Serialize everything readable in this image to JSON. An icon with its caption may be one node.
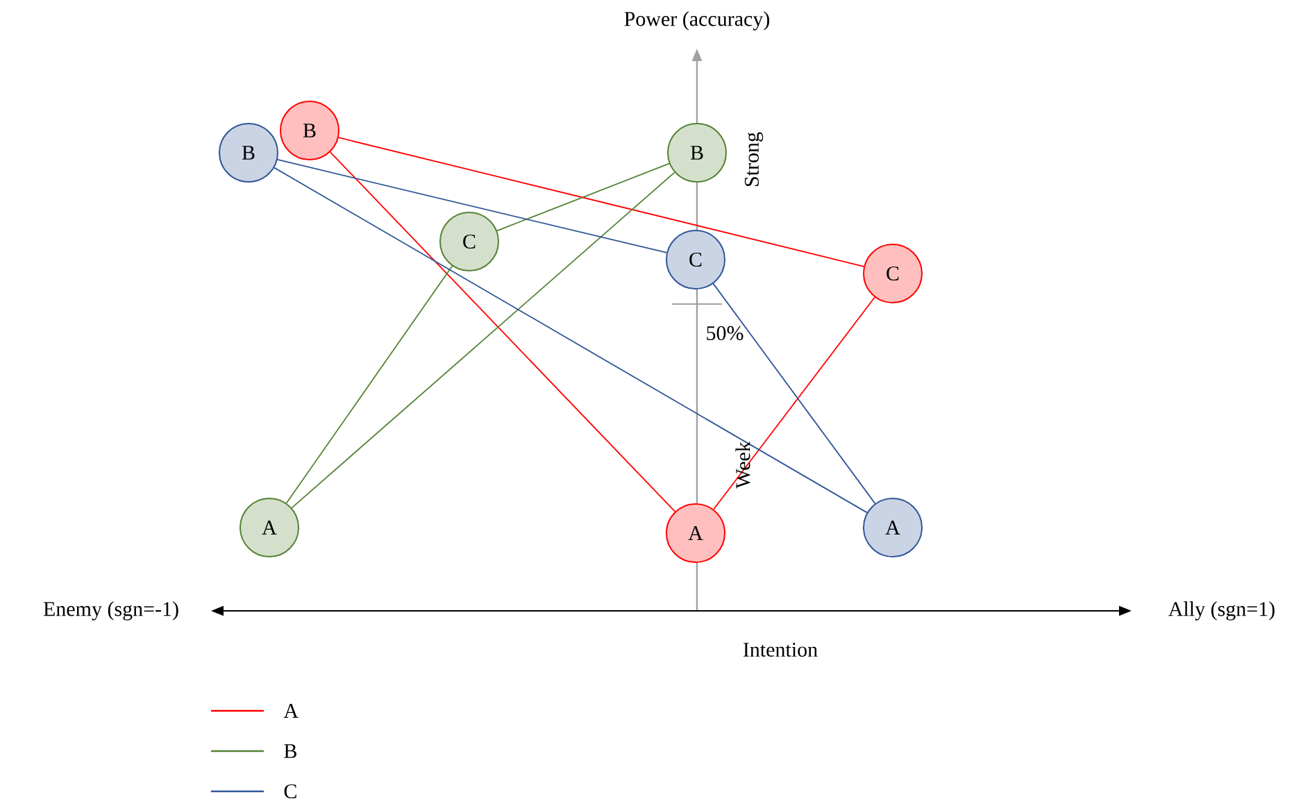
{
  "diagram": {
    "nodes": [
      {
        "text": [
          "B"
        ]
      },
      {
        "text": [
          "B"
        ]
      },
      {
        "text": [
          "B"
        ]
      },
      {
        "text": [
          "C"
        ]
      },
      {
        "text": [
          "C"
        ]
      },
      {
        "text": [
          "C"
        ]
      },
      {
        "text": [
          "A"
        ]
      },
      {
        "text": [
          "A"
        ]
      },
      {
        "text": [
          "A"
        ]
      }
    ],
    "edges": [
      {
        "from": 1,
        "to": 7,
        "arrow": "none",
        "color": "#ff0000"
      },
      {
        "from": 1,
        "to": 5,
        "arrow": "none",
        "color": "#ff0000"
      },
      {
        "from": 7,
        "to": 5,
        "arrow": "none",
        "color": "#ff0000"
      },
      {
        "from": 6,
        "to": 3,
        "arrow": "none",
        "color": "#548235"
      },
      {
        "from": 3,
        "to": 2,
        "arrow": "none",
        "color": "#548235"
      },
      {
        "from": 6,
        "to": 2,
        "arrow": "none",
        "color": "#548235"
      },
      {
        "from": 0,
        "to": 4,
        "arrow": "none",
        "color": "#2f5597"
      },
      {
        "from": 0,
        "to": 8,
        "arrow": "none",
        "color": "#2f5597"
      },
      {
        "from": 4,
        "to": 8,
        "arrow": "none",
        "color": "#2f5597"
      }
    ],
    "labels": [
      "Power (accuracy)",
      "Strong",
      "50%",
      "Week",
      "Enemy (sgn=-1)",
      "Ally (sgn=1)",
      "Intention"
    ],
    "legend": [
      {
        "text": "A",
        "color": "#ff0000"
      },
      {
        "text": "B",
        "color": "#548235"
      },
      {
        "text": "C",
        "color": "#2f5597"
      }
    ]
  }
}
